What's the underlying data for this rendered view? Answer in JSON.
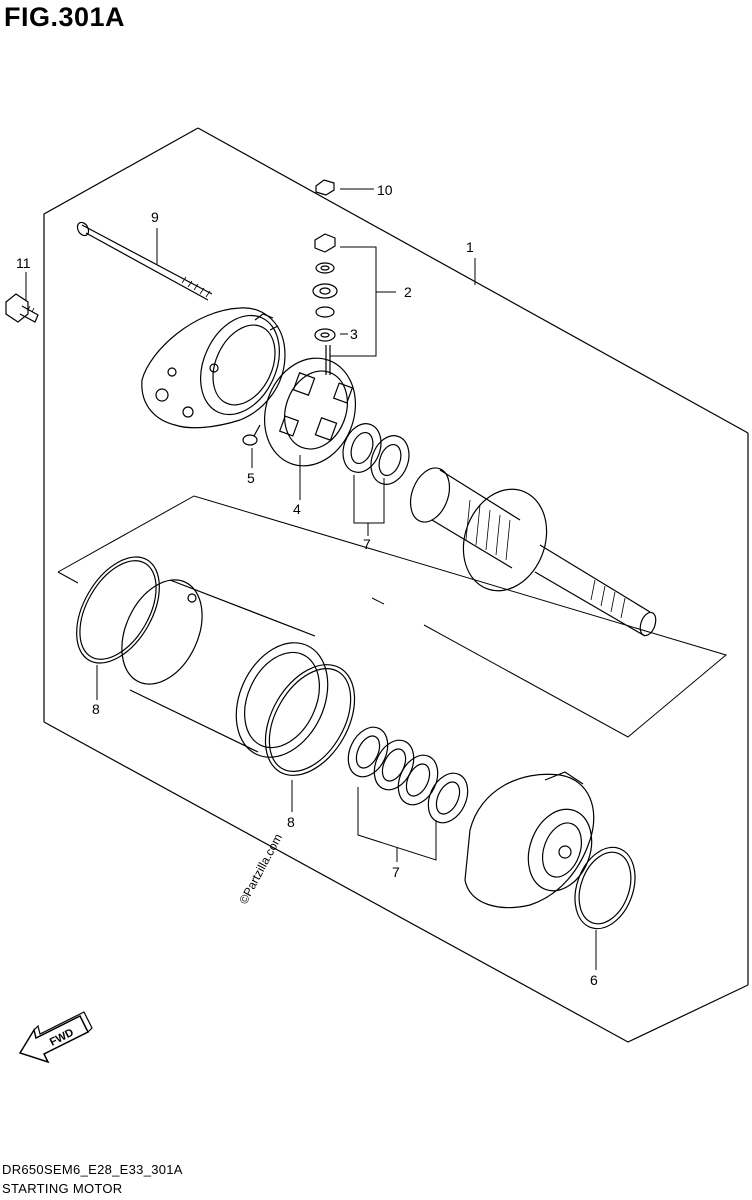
{
  "figure": {
    "title": "FIG.301A",
    "code": "DR650SEM6_E28_E33_301A",
    "name": "STARTING MOTOR",
    "watermark": "©Partzilla.com",
    "fwd_label": "FWD"
  },
  "callouts": {
    "c1": "1",
    "c2": "2",
    "c3": "3",
    "c4": "4",
    "c5": "5",
    "c6": "6",
    "c7a": "7",
    "c7b": "7",
    "c8a": "8",
    "c8b": "8",
    "c9": "9",
    "c10": "10",
    "c11": "11"
  },
  "colors": {
    "line": "#000000",
    "background": "#ffffff",
    "hatch": "#555555"
  }
}
